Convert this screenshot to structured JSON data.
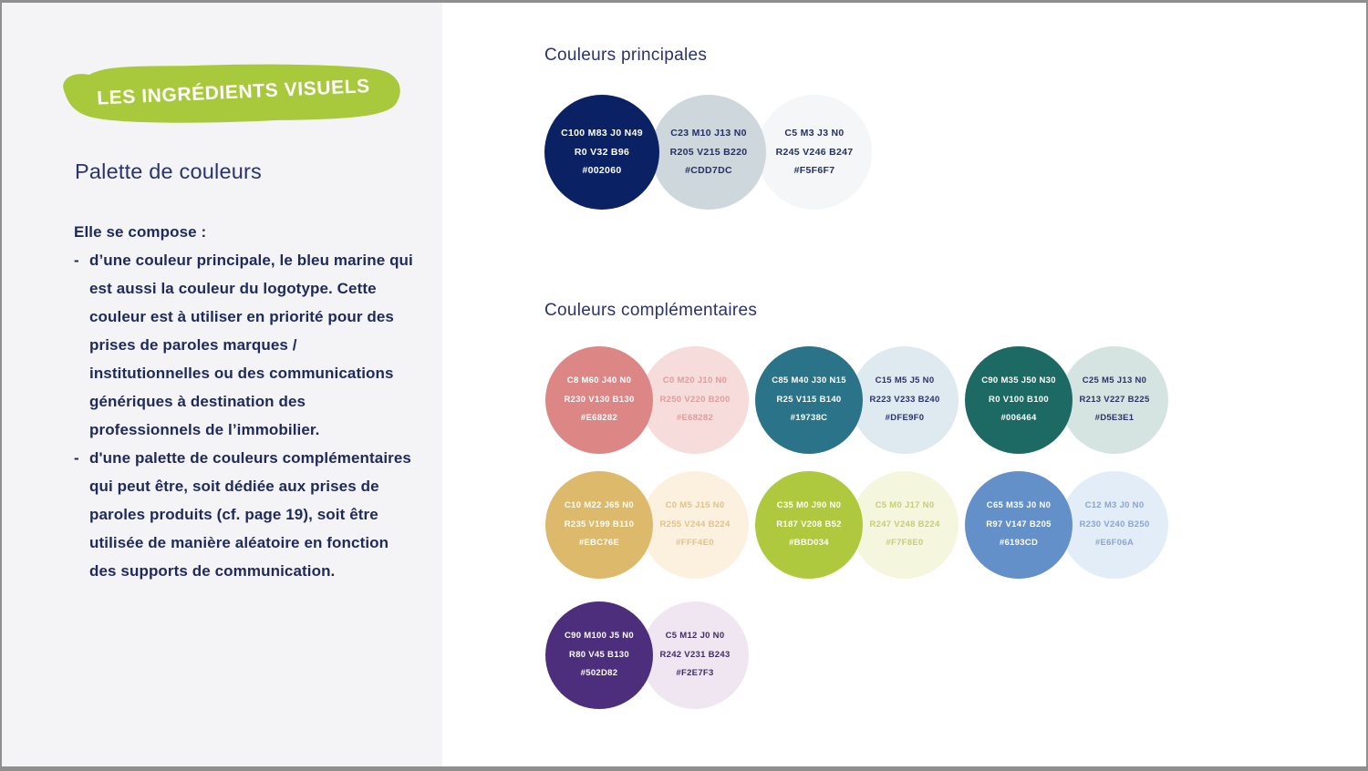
{
  "theme": {
    "badge_green": "#A9C93C",
    "heading_navy": "#2A3270",
    "body_navy": "#1F2A5C",
    "sidebar_bg": "#F4F4F6",
    "frame_border": "#8F8F8F"
  },
  "sidebar": {
    "badge": "LES INGRÉDIENTS VISUELS",
    "title": "Palette de couleurs",
    "intro": "Elle se compose :",
    "bullet_marker": "-",
    "bullets": [
      "d’une couleur principale, le bleu marine qui est aussi la couleur du logotype. Cette couleur est à utiliser en priorité pour des prises de paroles marques / institutionnelles ou des communications génériques à destination des professionnels de l’immobilier.",
      "d'une palette de couleurs complémentaires qui peut être, soit dédiée aux prises de paroles produits (cf. page 19), soit être utilisée de manière aléatoire en fonction des supports de communication."
    ]
  },
  "sections": [
    {
      "heading": "Couleurs principales",
      "circles": [
        {
          "cmyk": "C100 M83 J0 N49",
          "rgb": "R0 V32 B96",
          "hex": "#002060",
          "fill": "#0A2163",
          "text": "#FFFFFF"
        },
        {
          "cmyk": "C23 M10 J13 N0",
          "rgb": "R205 V215 B220",
          "hex": "#CDD7DC",
          "fill": "#CDD7DC",
          "text": "#243065"
        },
        {
          "cmyk": "C5 M3 J3 N0",
          "rgb": "R245 V246 B247",
          "hex": "#F5F6F7",
          "fill": "#F5F6F7",
          "text": "#243065"
        }
      ]
    },
    {
      "heading": "Couleurs complémentaires",
      "circles": [
        {
          "cmyk": "C8 M60 J40 N0",
          "rgb": "R230 V130 B130",
          "hex": "#E68282",
          "fill": "#DC8686",
          "text": "#FFFFFF"
        },
        {
          "cmyk": "C0 M20 J10 N0",
          "rgb": "R250 V220 B200",
          "hex": "#E68282",
          "fill": "#F6DCDB",
          "text": "#E29C9C"
        },
        {
          "cmyk": "C85 M40 J30 N15",
          "rgb": "R25 V115 B140",
          "hex": "#19738C",
          "fill": "#2A7389",
          "text": "#FFFFFF"
        },
        {
          "cmyk": "C15 M5 J5 N0",
          "rgb": "R223 V233 B240",
          "hex": "#DFE9F0",
          "fill": "#DFE9F0",
          "text": "#2A3368"
        },
        {
          "cmyk": "C90 M35 J50 N30",
          "rgb": "R0 V100 B100",
          "hex": "#006464",
          "fill": "#1C6A63",
          "text": "#FFFFFF"
        },
        {
          "cmyk": "C25 M5 J13 N0",
          "rgb": "R213 V227 B225",
          "hex": "#D5E3E1",
          "fill": "#D5E3E1",
          "text": "#2A3368"
        },
        {
          "cmyk": "C10 M22 J65 N0",
          "rgb": "R235 V199 B110",
          "hex": "#EBC76E",
          "fill": "#DDB96B",
          "text": "#FFFFFF"
        },
        {
          "cmyk": "C0 M5 J15 N0",
          "rgb": "R255 V244 B224",
          "hex": "#FFF4E0",
          "fill": "#FCF1DE",
          "text": "#E0C28C"
        },
        {
          "cmyk": "C35 M0 J90 N0",
          "rgb": "R187 V208 B52",
          "hex": "#BBD034",
          "fill": "#AFC93E",
          "text": "#FFFFFF"
        },
        {
          "cmyk": "C5 M0 J17 N0",
          "rgb": "R247 V248 B224",
          "hex": "#F7F8E0",
          "fill": "#F5F6DE",
          "text": "#C6CC79"
        },
        {
          "cmyk": "C65 M35 J0 N0",
          "rgb": "R97 V147 B205",
          "hex": "#6193CD",
          "fill": "#6490CA",
          "text": "#FFFFFF"
        },
        {
          "cmyk": "C12 M3 J0 N0",
          "rgb": "R230 V240 B250",
          "hex": "#E6F06A",
          "fill": "#E3EDF8",
          "text": "#8BA5CF"
        },
        {
          "cmyk": "C90 M100 J5 N0",
          "rgb": "R80 V45 B130",
          "hex": "#502D82",
          "fill": "#4C2E7D",
          "text": "#FFFFFF"
        },
        {
          "cmyk": "C5 M12 J0 N0",
          "rgb": "R242 V231 B243",
          "hex": "#F2E7F3",
          "fill": "#F0E6F1",
          "text": "#3A2F63"
        }
      ]
    }
  ]
}
